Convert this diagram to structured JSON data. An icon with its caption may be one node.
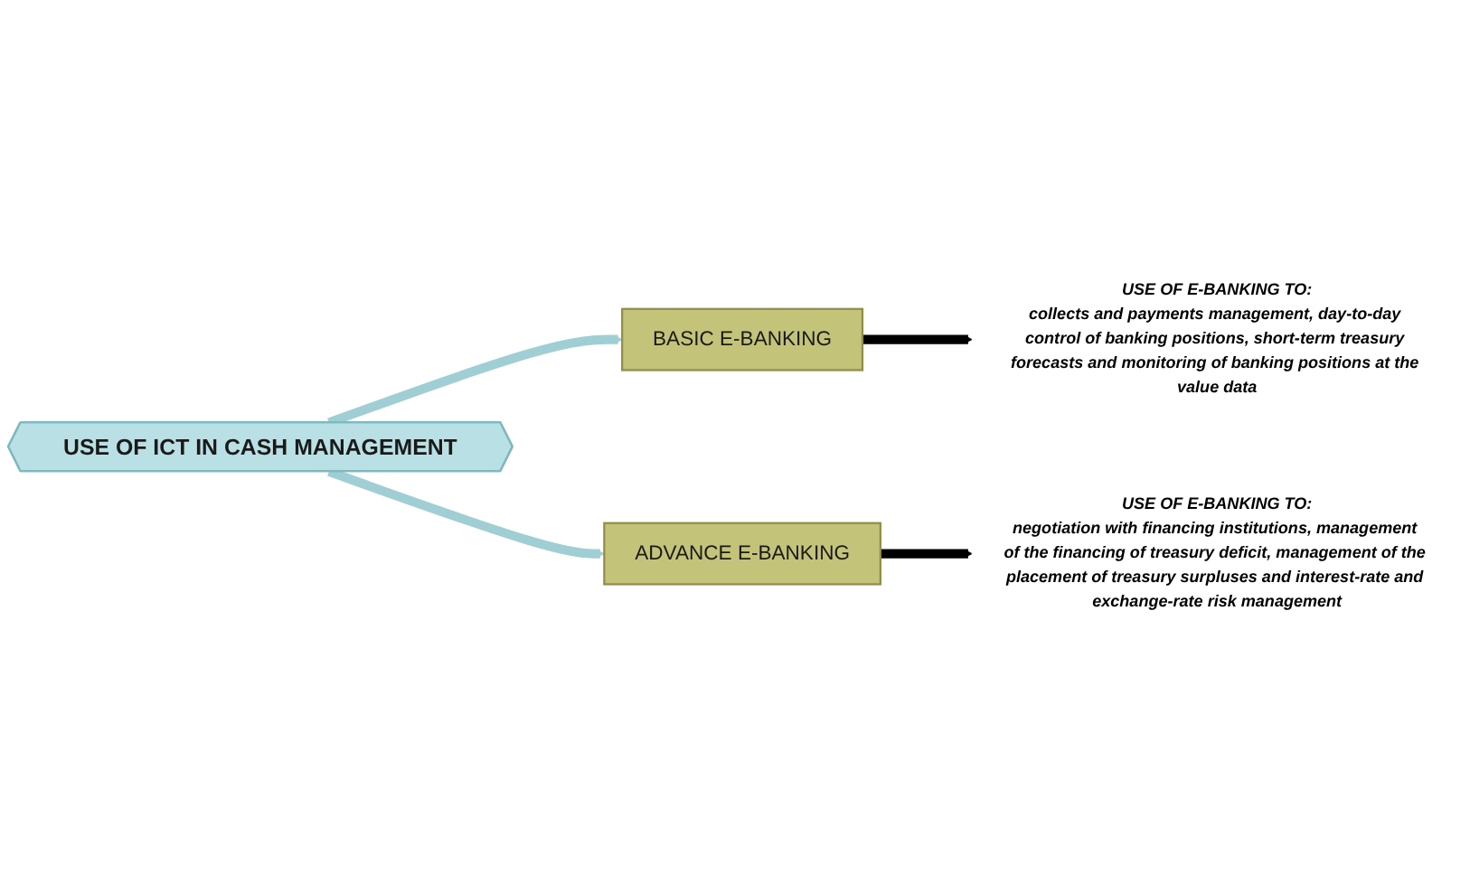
{
  "diagram": {
    "nodes": [
      {
        "text": [
          "BASIC E-BANKING"
        ]
      },
      {
        "text": [
          "USE OF ICT IN CASH MANAGEMENT"
        ]
      },
      {
        "text": [
          "USE OF E-BANKING TO:",
          "collects and payments management, day-to-day control of banking positions, short-term treasury forecasts and monitoring of banking positions at the value data"
        ]
      },
      {
        "text": [
          "ADVANCE E-BANKING"
        ]
      },
      {
        "text": [
          "USE OF E-BANKING TO:",
          "negotiation with financing institutions, management of the financing of treasury deficit, management of the placement of treasury surpluses and interest-rate and exchange-rate risk management"
        ]
      }
    ],
    "edges": [
      {
        "from": 1,
        "to": 0,
        "arrow": "to",
        "color": "#9fcfd4"
      },
      {
        "from": 1,
        "to": 3,
        "arrow": "to",
        "color": "#9fcfd4"
      },
      {
        "from": 0,
        "to": 2,
        "arrow": "to",
        "color": "#000000"
      },
      {
        "from": 3,
        "to": 4,
        "arrow": "to",
        "color": "#000000"
      }
    ]
  }
}
